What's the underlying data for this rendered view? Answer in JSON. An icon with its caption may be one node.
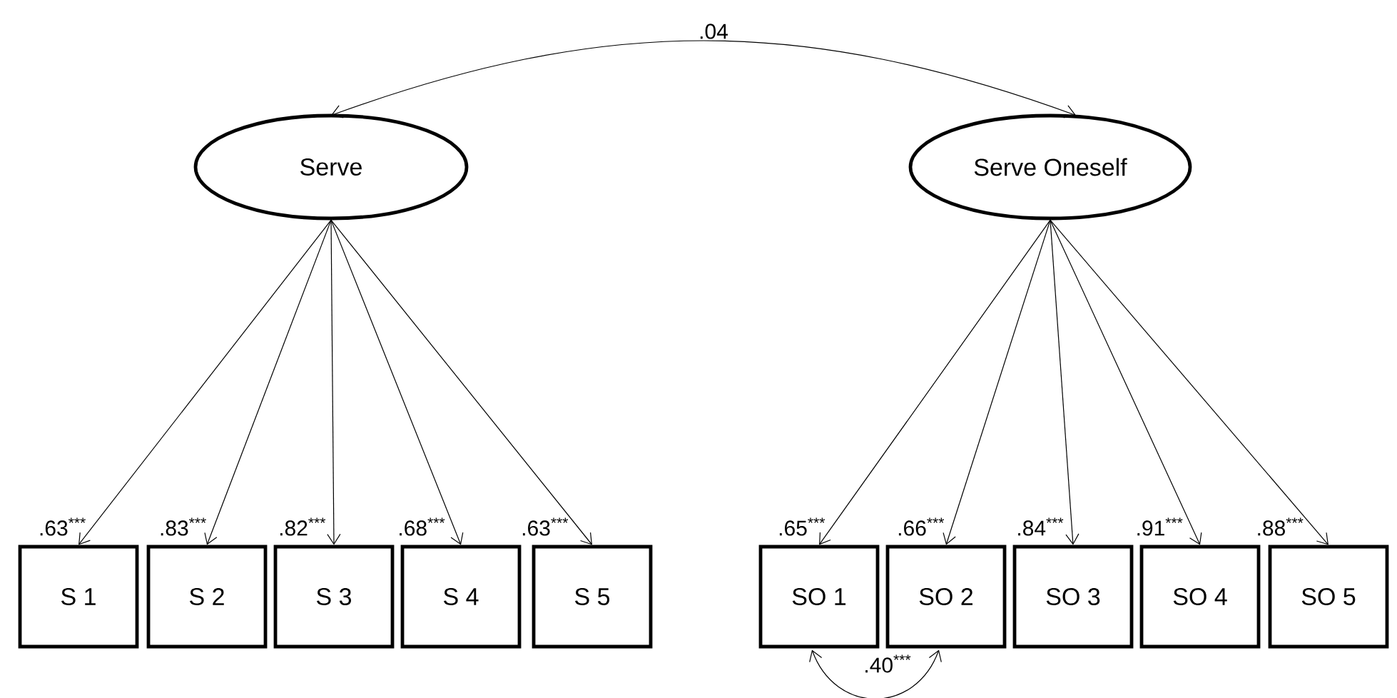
{
  "diagram": {
    "nodes": [
      {
        "text": [
          "Serve"
        ]
      },
      {
        "text": [
          "Serve Oneself"
        ]
      },
      {
        "text": [
          "S 1"
        ]
      },
      {
        "text": [
          "S 2"
        ]
      },
      {
        "text": [
          "S 3"
        ]
      },
      {
        "text": [
          "S 4"
        ]
      },
      {
        "text": [
          "S 5"
        ]
      },
      {
        "text": [
          "SO 1"
        ]
      },
      {
        "text": [
          "SO 2"
        ]
      },
      {
        "text": [
          "SO 3"
        ]
      },
      {
        "text": [
          "SO 4"
        ]
      },
      {
        "text": [
          "SO 5"
        ]
      }
    ],
    "edges": [
      {
        "from": 0,
        "to": 1,
        "arrow": "both",
        "label": ".04"
      },
      {
        "from": 0,
        "to": 2,
        "arrow": "to",
        "label": ".63$^{***}$"
      },
      {
        "from": 0,
        "to": 3,
        "arrow": "to",
        "label": ".83$^{***}$"
      },
      {
        "from": 0,
        "to": 4,
        "arrow": "to",
        "label": ".82$^{***}$"
      },
      {
        "from": 0,
        "to": 5,
        "arrow": "to",
        "label": ".68$^{***}$"
      },
      {
        "from": 0,
        "to": 6,
        "arrow": "to",
        "label": ".63$^{***}$"
      },
      {
        "from": 1,
        "to": 7,
        "arrow": "to",
        "label": ".65$^{***}$"
      },
      {
        "from": 1,
        "to": 8,
        "arrow": "to",
        "label": ".66$^{***}$"
      },
      {
        "from": 1,
        "to": 9,
        "arrow": "to",
        "label": ".84$^{***}$"
      },
      {
        "from": 1,
        "to": 10,
        "arrow": "to",
        "label": ".91$^{***}$"
      },
      {
        "from": 1,
        "to": 11,
        "arrow": "to",
        "label": ".88$^{***}$"
      },
      {
        "from": 7,
        "to": 8,
        "arrow": "both",
        "label": ".40$^{***}$"
      }
    ]
  }
}
